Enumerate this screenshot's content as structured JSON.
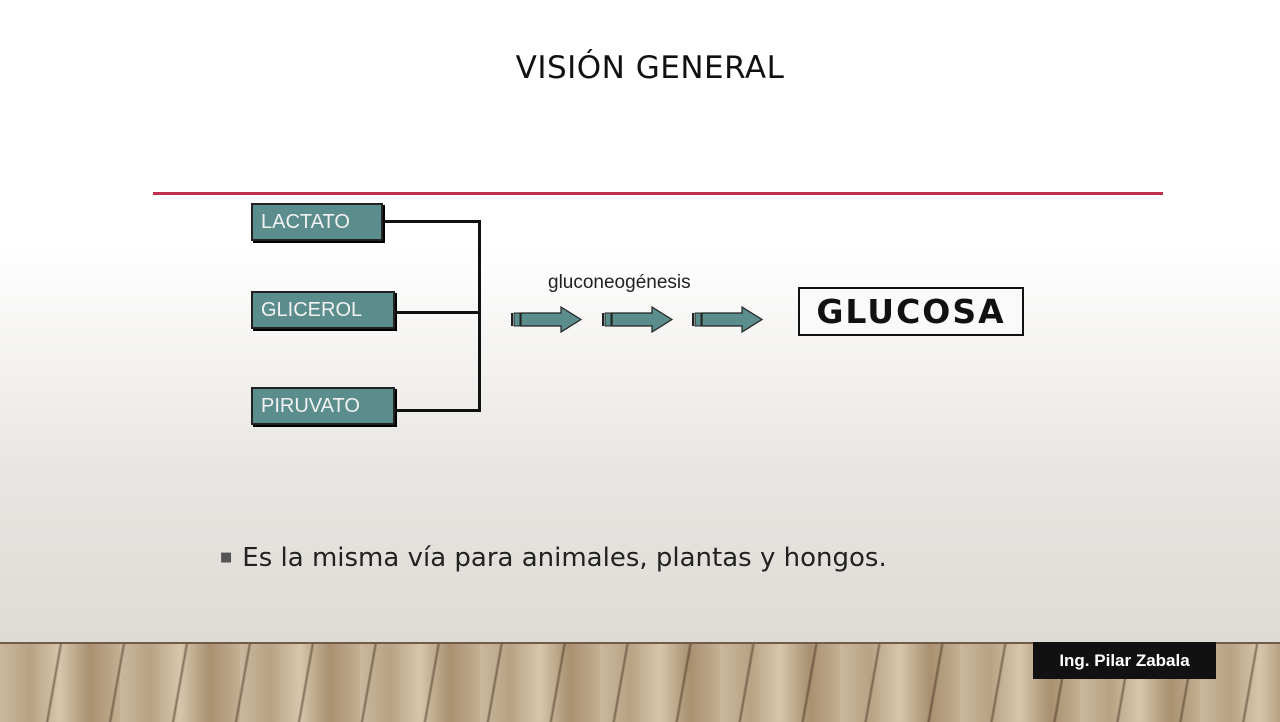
{
  "slide": {
    "title": "VISIÓN GENERAL",
    "colors": {
      "rule": "#c0304e",
      "source_box": "#5b8d8c",
      "arrow": "#5b8d8c"
    }
  },
  "diagram": {
    "sources": [
      {
        "label": "LACTATO"
      },
      {
        "label": "GLICEROL"
      },
      {
        "label": "PIRUVATO"
      }
    ],
    "process_label": "gluconeogénesis",
    "product": "GLUCOSA"
  },
  "bullets": [
    {
      "text": "Es la misma vía para animales, plantas y hongos.",
      "icon": "square-bullet-icon"
    }
  ],
  "footer": {
    "credit": "Ing. Pilar Zabala"
  }
}
